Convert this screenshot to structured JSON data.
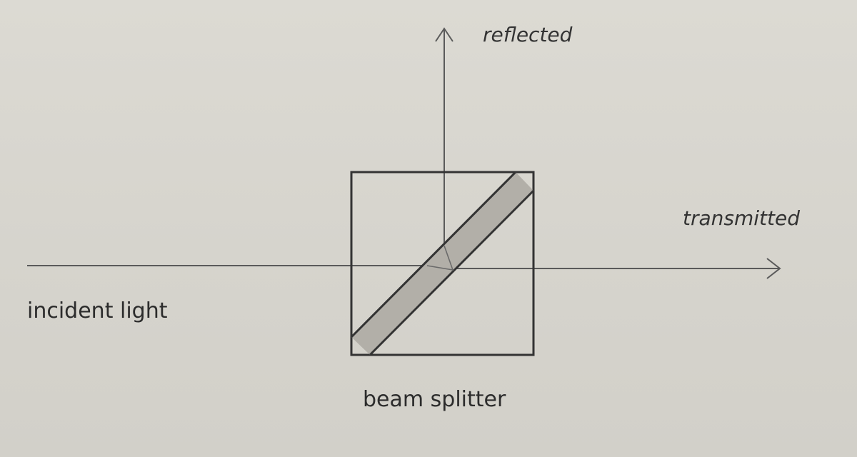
{
  "labels": {
    "reflected": "reflected",
    "transmitted": "transmitted",
    "incident": "incident light",
    "splitter": "beam splitter"
  },
  "colors": {
    "background": "#d8d6cf",
    "line": "#3a3a3a",
    "coating_fill": "#b3b0aa",
    "ray": "#555555"
  }
}
